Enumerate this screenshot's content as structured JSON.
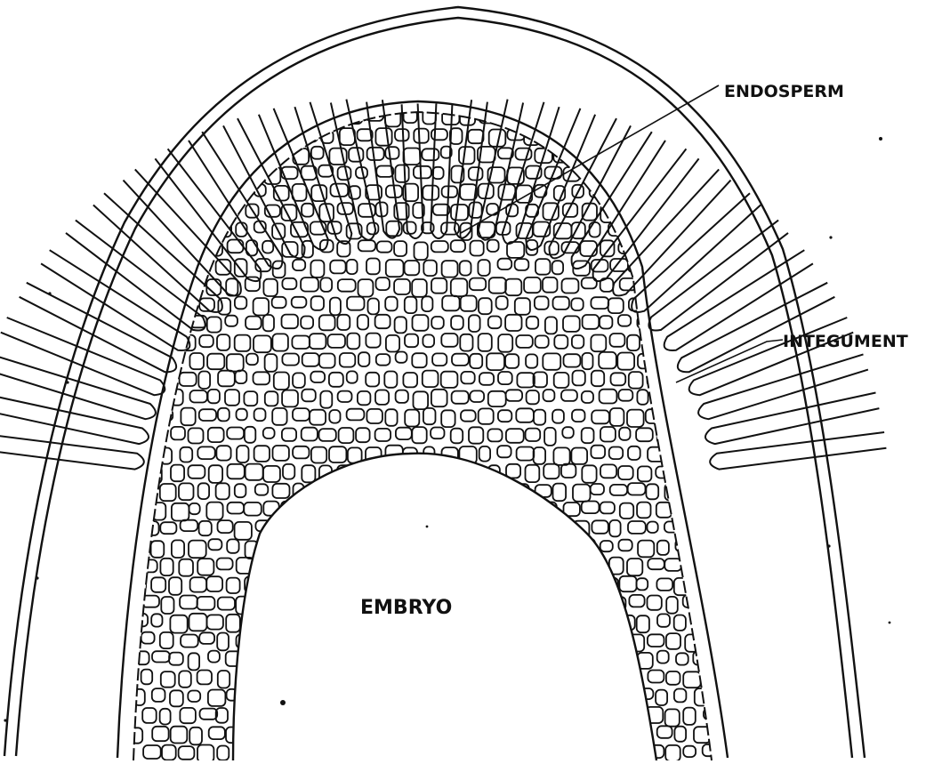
{
  "labels": {
    "endosperm": "ENDOSPERM",
    "integument": "INTEGUMENT",
    "embryo": "EMBRYO"
  },
  "colors": {
    "ink": "#111111",
    "paper": "#ffffff"
  }
}
